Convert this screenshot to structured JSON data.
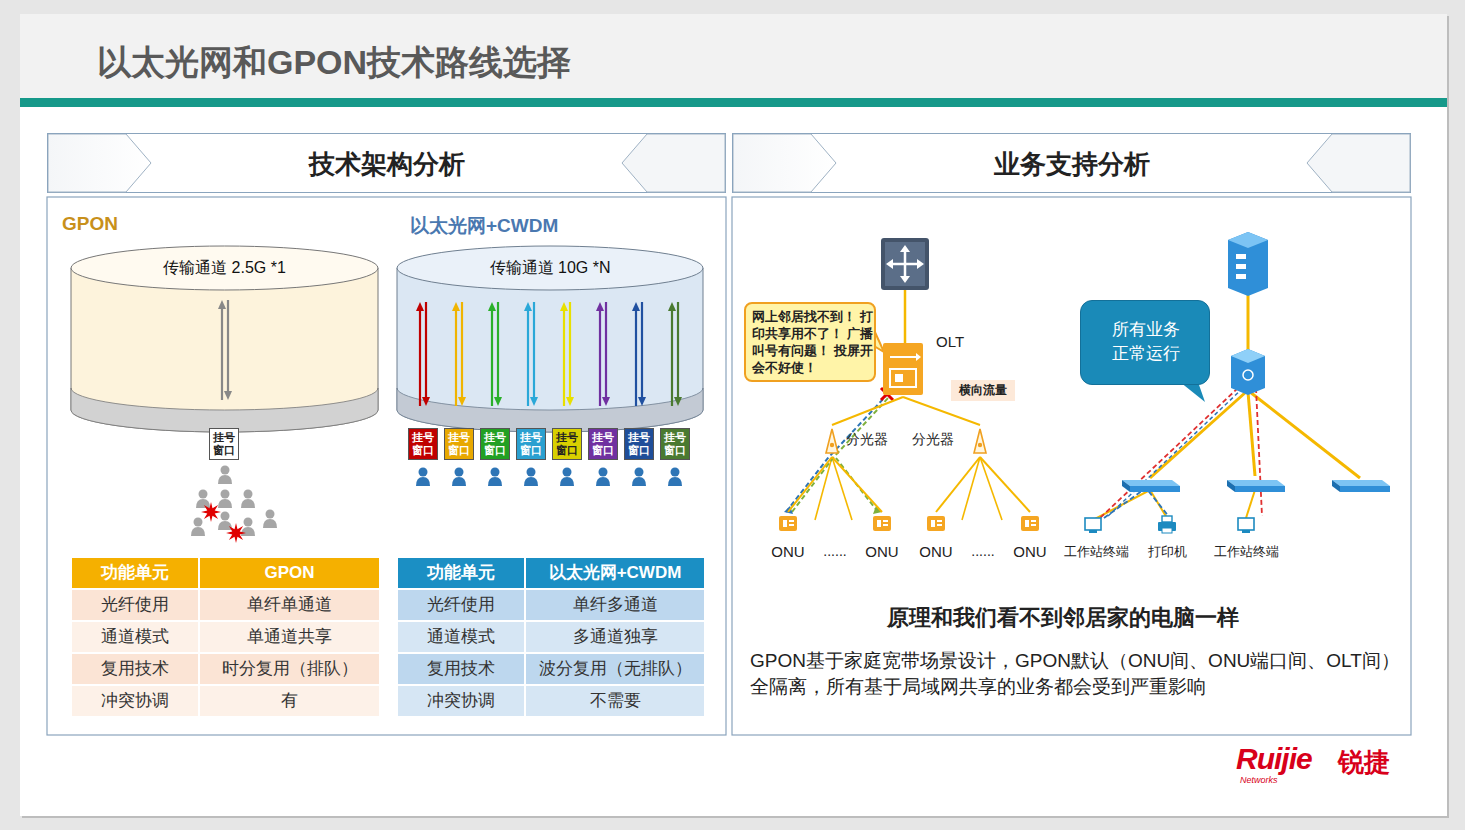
{
  "diagram": {
    "title": "以太光网和GPON技术路线选择",
    "nodes": [
      {
        "text": [
          "技术架构分析"
        ]
      },
      {
        "text": [
          "业务支持分析"
        ]
      },
      {
        "text": [
          "GPON",
          "传输通道 2.5G *1"
        ]
      },
      {
        "text": [
          "以太光网+CWDM",
          "传输通道 10G *N"
        ]
      },
      {
        "text": [
          "挂号 窗口"
        ]
      },
      {
        "text": [
          "挂号 窗口"
        ]
      },
      {
        "text": [
          "挂号 窗口"
        ]
      },
      {
        "text": [
          "挂号 窗口"
        ]
      },
      {
        "text": [
          "挂号 窗口"
        ]
      },
      {
        "text": [
          "挂号 窗口"
        ]
      },
      {
        "text": [
          "挂号 窗口"
        ]
      },
      {
        "text": [
          "挂号 窗口"
        ]
      },
      {
        "text": [
          "挂号 窗口"
        ]
      },
      {
        "text": [
          "网上邻居找不到！ 打印共享用不了！ 广播叫号有问题！ 投屏开会不好使！"
        ]
      },
      {
        "text": [
          "OLT"
        ]
      },
      {
        "text": [
          "横向流量"
        ]
      },
      {
        "text": [
          "分光器"
        ]
      },
      {
        "text": [
          "分光器"
        ]
      },
      {
        "text": [
          "ONU"
        ]
      },
      {
        "text": [
          "ONU"
        ]
      },
      {
        "text": [
          "ONU"
        ]
      },
      {
        "text": [
          "ONU"
        ]
      },
      {
        "text": [
          "所有业务 正常运行"
        ]
      },
      {
        "text": [
          "工作站终端"
        ]
      },
      {
        "text": [
          "打印机"
        ]
      },
      {
        "text": [
          "工作站终端"
        ]
      }
    ],
    "edges": [
      {
        "from": 14,
        "to": 16,
        "arrow": "none"
      },
      {
        "from": 14,
        "to": 17,
        "arrow": "none"
      },
      {
        "from": 16,
        "to": 18,
        "arrow": "none"
      },
      {
        "from": 16,
        "to": 19,
        "arrow": "none"
      },
      {
        "from": 17,
        "to": 20,
        "arrow": "none"
      },
      {
        "from": 17,
        "to": 21,
        "arrow": "none"
      }
    ],
    "labels": [
      "以太光网和GPON技术路线选择",
      "功能单元",
      "GPON",
      "光纤使用",
      "单纤单通道",
      "通道模式",
      "单通道共享",
      "复用技术",
      "时分复用（排队）",
      "冲突协调",
      "有",
      "功能单元",
      "以太光网+CWDM",
      "光纤使用",
      "单纤多通道",
      "通道模式",
      "多通道独享",
      "复用技术",
      "波分复用（无排队）",
      "冲突协调",
      "不需要",
      "......",
      "......",
      "原理和我们看不到邻居家的电脑一样",
      "GPON基于家庭宽带场景设计，GPON默认（ONU间、ONU端口间、OLT间）全隔离，所有基于局域网共享的业务都会受到严重影响",
      "Ruijie",
      "锐捷",
      "Networks"
    ]
  }
}
